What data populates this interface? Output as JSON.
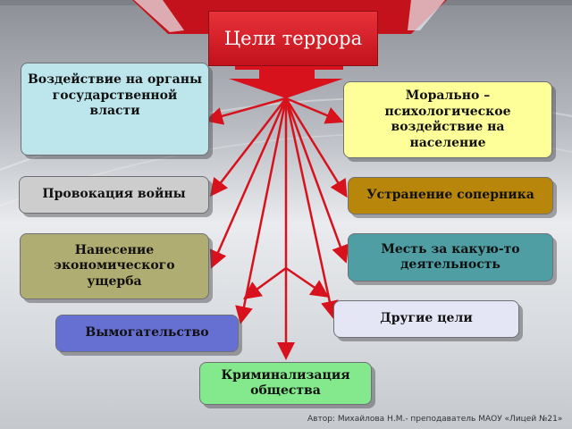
{
  "title": "Цели террора",
  "colors": {
    "arrow": "#d8121c",
    "title_fill": "#d41a22",
    "light_blue": "#bde6ec",
    "yellow": "#ffff99",
    "gray": "#cdcdcd",
    "brown": "#b8860b",
    "olive": "#b0ad72",
    "teal": "#4f9ea4",
    "indigo": "#6670d2",
    "lavender": "#e5e6f5",
    "green": "#84e88c"
  },
  "goals": {
    "impact_authorities": "Воздействие на органы государственной власти",
    "moral_impact": "Морально – психологическое воздействие на население",
    "provoke_war": "Провокация войны",
    "eliminate_rival": "Устранение соперника",
    "economic_damage": "Нанесение экономического ущерба",
    "revenge": "Месть за какую-то деятельность",
    "extortion": "Вымогательство",
    "other_goals": "Другие цели",
    "criminalization": "Криминализация общества"
  },
  "credit": "Автор: Михайлова Н.М.- преподаватель МАОУ «Лицей №21»"
}
